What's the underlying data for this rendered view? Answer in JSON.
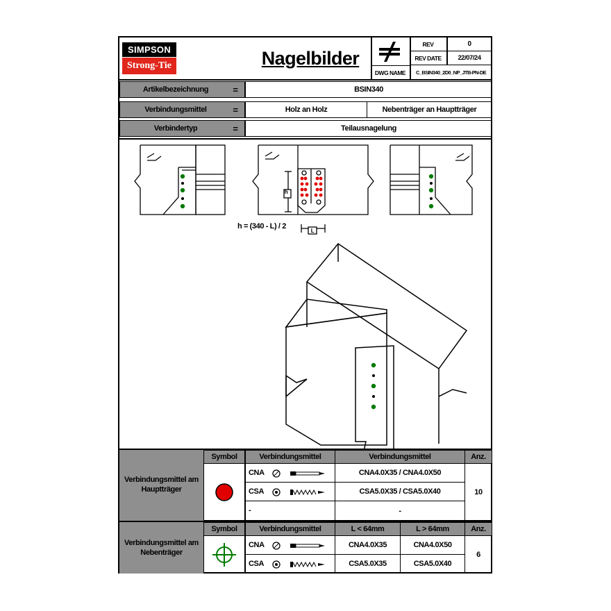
{
  "logo": {
    "top": "SIMPSON",
    "bottom": "Strong-Tie"
  },
  "title": "Nagelbilder",
  "revision": {
    "rev_label": "REV",
    "rev_value": "0",
    "date_label": "REV DATE",
    "date_value": "22/07/24",
    "dwg_label": "DWG NAME",
    "dwg_value": "C_BSIN340_2D0_NP_JTB-PN-DE"
  },
  "info": [
    {
      "label": "Artikelbezeichnung",
      "eq": "=",
      "value": "BSIN340"
    },
    {
      "label": "Verbindungsmittel",
      "eq": "=",
      "value_a": "Holz an Holz",
      "value_b": "Nebenträger an Hauptträger"
    },
    {
      "label": "Verbindertyp",
      "eq": "=",
      "value": "Teilausnagelung"
    }
  ],
  "drawing": {
    "formula": "h = (340 - L) / 2",
    "dim_h": "h",
    "dim_l": "L"
  },
  "table1": {
    "group_label": "Verbindungsmittel am Hauptträger",
    "headers": [
      "Symbol",
      "Verbindungsmittel",
      "Verbindungsmittel",
      "Anz."
    ],
    "rows": [
      {
        "type": "CNA",
        "value": "CNA4.0X35 / CNA4.0X50"
      },
      {
        "type": "CSA",
        "value": "CSA5.0X35 / CSA5.0X40"
      },
      {
        "type": "-",
        "value": "-"
      }
    ],
    "count": "10",
    "symbol_color": "#e10000"
  },
  "table2": {
    "group_label": "Verbindungsmittel am Nebenträger",
    "headers": [
      "Symbol",
      "Verbindungsmittel",
      "L < 64mm",
      "L > 64mm",
      "Anz."
    ],
    "rows": [
      {
        "type": "CNA",
        "short": "CNA4.0X35",
        "long": "CNA4.0X50"
      },
      {
        "type": "CSA",
        "short": "CSA5.0X35",
        "long": "CSA5.0X40"
      }
    ],
    "count": "6",
    "symbol_color": "#007a00"
  }
}
